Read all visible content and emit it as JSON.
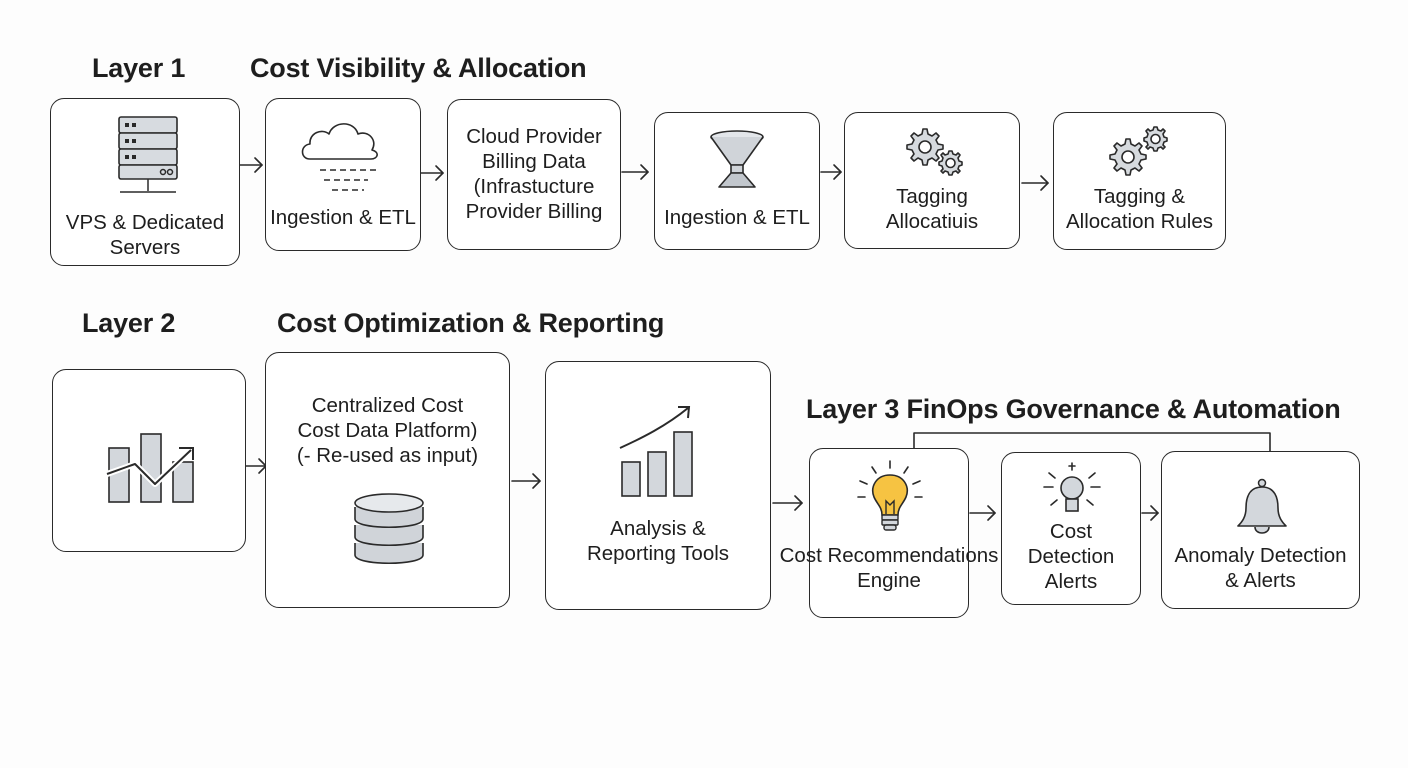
{
  "layer1": {
    "heading": "Layer 1",
    "title": "Cost Visibility & Allocation",
    "boxes": [
      {
        "label": "VPS & Dedicated\nServers",
        "icon": "server-rack-icon"
      },
      {
        "label": "Ingestion & ETL",
        "icon": "cloud-icon"
      },
      {
        "label": "Cloud Provider\nBilling Data\n(Infrastucture\nProvider Billing",
        "icon": ""
      },
      {
        "label": "Ingestion & ETL",
        "icon": "funnel-icon"
      },
      {
        "label": "Tagging\nAllocatiuis",
        "icon": "gears-icon"
      },
      {
        "label": "Tagging &\nAllocation Rules",
        "icon": "gears-icon"
      }
    ]
  },
  "layer2": {
    "heading": "Layer 2",
    "title": "Cost Optimization & Reporting",
    "boxes": [
      {
        "label": "",
        "icon": "bar-chart-trend-icon"
      },
      {
        "label": "Centralized Cost\nCost Data Platform)\n(- Re-used as input)",
        "icon": "database-icon"
      },
      {
        "label": "Analysis &\nReporting Tools",
        "icon": "growth-chart-icon"
      }
    ]
  },
  "layer3": {
    "title": "Layer 3 FinOps Governance & Automation",
    "boxes": [
      {
        "label": "Cost Recommendations\nEngine",
        "icon": "lightbulb-icon"
      },
      {
        "label": "Cost\nDetection\nAlerts",
        "icon": "alert-sensor-icon"
      },
      {
        "label": "Anomaly Detection\n& Alerts",
        "icon": "bell-icon"
      }
    ]
  },
  "colors": {
    "stroke": "#2a2a2a",
    "icon_fill": "#cfd3d8",
    "bulb": "#f6c342"
  }
}
